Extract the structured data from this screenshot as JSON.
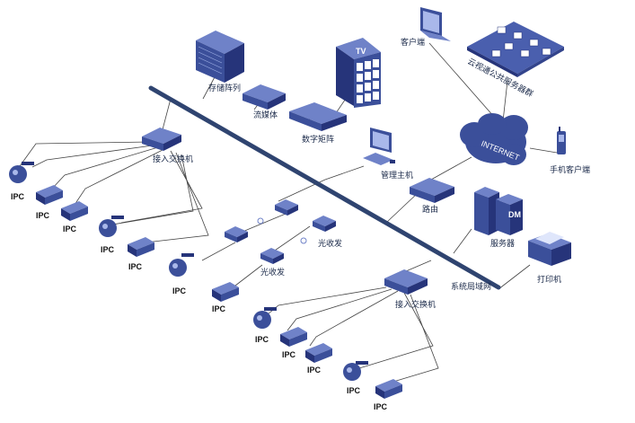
{
  "labels": {
    "storage_array": "存储阵列",
    "streaming": "流媒体",
    "digital_matrix": "数字矩阵",
    "tv": "TV",
    "client": "客户端",
    "cloud_servers": "云视通公共服务器群",
    "internet": "INTERNET",
    "mobile_client": "手机客户端",
    "access_switch": "接入交换机",
    "mgmt_host": "管理主机",
    "router": "路由",
    "server": "服务器",
    "dm": "DM",
    "transceiver": "光收发",
    "system_lan": "系统局域网",
    "printer": "打印机",
    "ipc": "IPC"
  },
  "colors": {
    "device": "#3b4f9a",
    "device_dark": "#26347a",
    "device_light": "#6f82c8",
    "backbone": "#2f4470",
    "line": "#444444"
  }
}
